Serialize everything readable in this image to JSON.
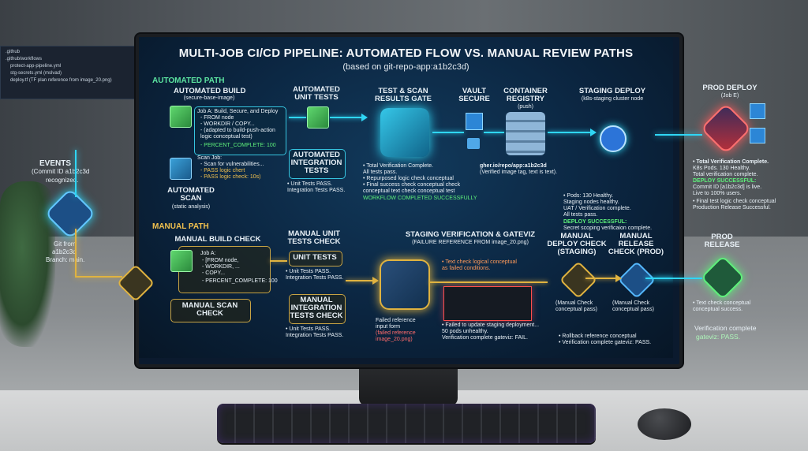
{
  "sidebar": {
    "items": [
      ".github",
      ".github/workflows",
      "protect-app-pipeline.yml",
      "stg-secrets.yml (mslvad)",
      "deploy.tf (TF plan reference from image_20.png)"
    ]
  },
  "title": "MULTI-JOB CI/CD PIPELINE: AUTOMATED FLOW VS. MANUAL REVIEW PATHS",
  "subtitle": "(based on git-repo-app:a1b2c3d)",
  "events": {
    "label": "EVENTS",
    "commit": "(Commit ID a1b2c3d",
    "recognized": "recognized.",
    "git_from": "Git from",
    "repo": "a1b2c3d",
    "branch": "Branch: main."
  },
  "automated": {
    "path_label": "AUTOMATED PATH",
    "build_title": "AUTOMATED BUILD",
    "build_sub": "(secure-base-image)",
    "job_a": "Job A: Build, Secure, and Deploy",
    "job_a_lines": [
      "- FROM node",
      "- WORKDIR / COPY...",
      "- (adapted to build-push-action",
      "  logic conceptual test)"
    ],
    "percent": "- PERCENT_COMPLETE: 100",
    "scan_job": "Scan Job:",
    "scan_lines": [
      "- Scan for vulnerabilities...",
      "- PASS logic chert",
      "- PASS logic check: 10s)"
    ],
    "scan_title": "AUTOMATED",
    "scan_title2": "SCAN",
    "scan_sub": "(static analysis)",
    "unit_title": "AUTOMATED",
    "unit_title2": "UNIT TESTS",
    "integ_title": "AUTOMATED",
    "integ_title2": "INTEGRATION",
    "integ_title3": "TESTS",
    "integ_lines": [
      "• Unit Tests PASS.",
      "  Integration Tests PASS."
    ],
    "gate_title": "TEST & SCAN",
    "gate_title2": "RESULTS GATE",
    "gate_lines": [
      "• Total Verification Complete.",
      "  All tests pass.",
      "• Repurposed logic check conceptual",
      "• Final success check conceptual check",
      "  conceptual text check conceptual test"
    ],
    "gate_ok": "WORKFLOW COMPLETED SUCCESSFULLY",
    "vault_title": "VAULT",
    "vault_title2": "SECURE",
    "registry_title": "CONTAINER",
    "registry_title2": "REGISTRY",
    "registry_sub": "(push)",
    "registry_tag": "gher.io/repo/app:a1b2c3d",
    "registry_tag2": "(Verified image tag, text is text).",
    "staging_title": "STAGING DEPLOY",
    "staging_sub": "(k8s-staging cluster node",
    "staging_lines": [
      "• Pods: 130 Healthy.",
      "  Staging nodes healthy.",
      "  UAT / Verification complete.",
      "  All tests pass."
    ],
    "staging_ok": "DEPLOY SUCCESSFUL:",
    "staging_ok2": "Secret scoping verificaion complete.",
    "prod_title": "PROD DEPLOY",
    "prod_sub": "(Job E)",
    "prod_lines": [
      "• Total Verification Complete.",
      "  K8s Pods. 130 Healthy.",
      "  Total verification complete.",
      "DEPLOY SUCCESSFUL:",
      "  Commit ID [a1b2c3d] is live.",
      "  Live to 100% users.",
      "• Final test logic check conceptual",
      "  Production Release Successful."
    ]
  },
  "manual": {
    "path_label": "MANUAL PATH",
    "build_title": "MANUAL BUILD CHECK",
    "job_a": "Job A:",
    "job_lines": [
      "- [FROM node,",
      "- WORKDIR, ...",
      "- COPY...",
      "- PERCENT_COMPLETE: 100"
    ],
    "scan_title": "MANUAL SCAN",
    "scan_title2": "CHECK",
    "unit_hdr": "MANUAL UNIT",
    "unit_hdr2": "TESTS CHECK",
    "unit_box": "UNIT TESTS",
    "unit_lines": [
      "• Unit Tests PASS.",
      "  Integration Tests PASS."
    ],
    "integ_title": "MANUAL",
    "integ_title2": "INTEGRATION",
    "integ_title3": "TESTS CHECK",
    "integ_lines": [
      "• Unit Tests PASS.",
      "  Integration Tests PASS."
    ],
    "staging_title": "STAGING VERIFICATION & GATEVIZ",
    "staging_sub": "(FAILURE REFERENCE FROM image_20.png)",
    "fail_lines": [
      "Failed reference",
      "input form",
      "(failed reference",
      "image_20.png)"
    ],
    "fail_note": "• Text check logical conceptual",
    "fail_note2": "  as failed conditions.",
    "fail_update": [
      "• Failed to update staging deployment...",
      "  50 pods unhealthy.",
      "  Verification complete gateviz: FAIL."
    ],
    "deploy_title": "MANUAL",
    "deploy_title2": "DEPLOY CHECK",
    "deploy_title3": "(STAGING)",
    "deploy_note": "(Manual Check",
    "deploy_note2": "conceptual pass)",
    "release_title": "MANUAL",
    "release_title2": "RELEASE",
    "release_title3": "CHECK (PROD)",
    "release_note": "(Manual Check",
    "release_note2": "conceptual pass)",
    "rollback": [
      "• Rollback reference conceptual",
      "• Verification complete gateviz: PASS."
    ],
    "prod_title": "PROD",
    "prod_title2": "RELEASE",
    "prod_note": "• Text check conceptual",
    "prod_note2": "  conceptual success.",
    "verif": "Verification complete",
    "verif2": "gateviz: PASS."
  },
  "colors": {
    "accent": "#2fd6f5",
    "gold": "#e0b340",
    "ok": "#5ef07a",
    "fail": "#ff5a5a"
  }
}
